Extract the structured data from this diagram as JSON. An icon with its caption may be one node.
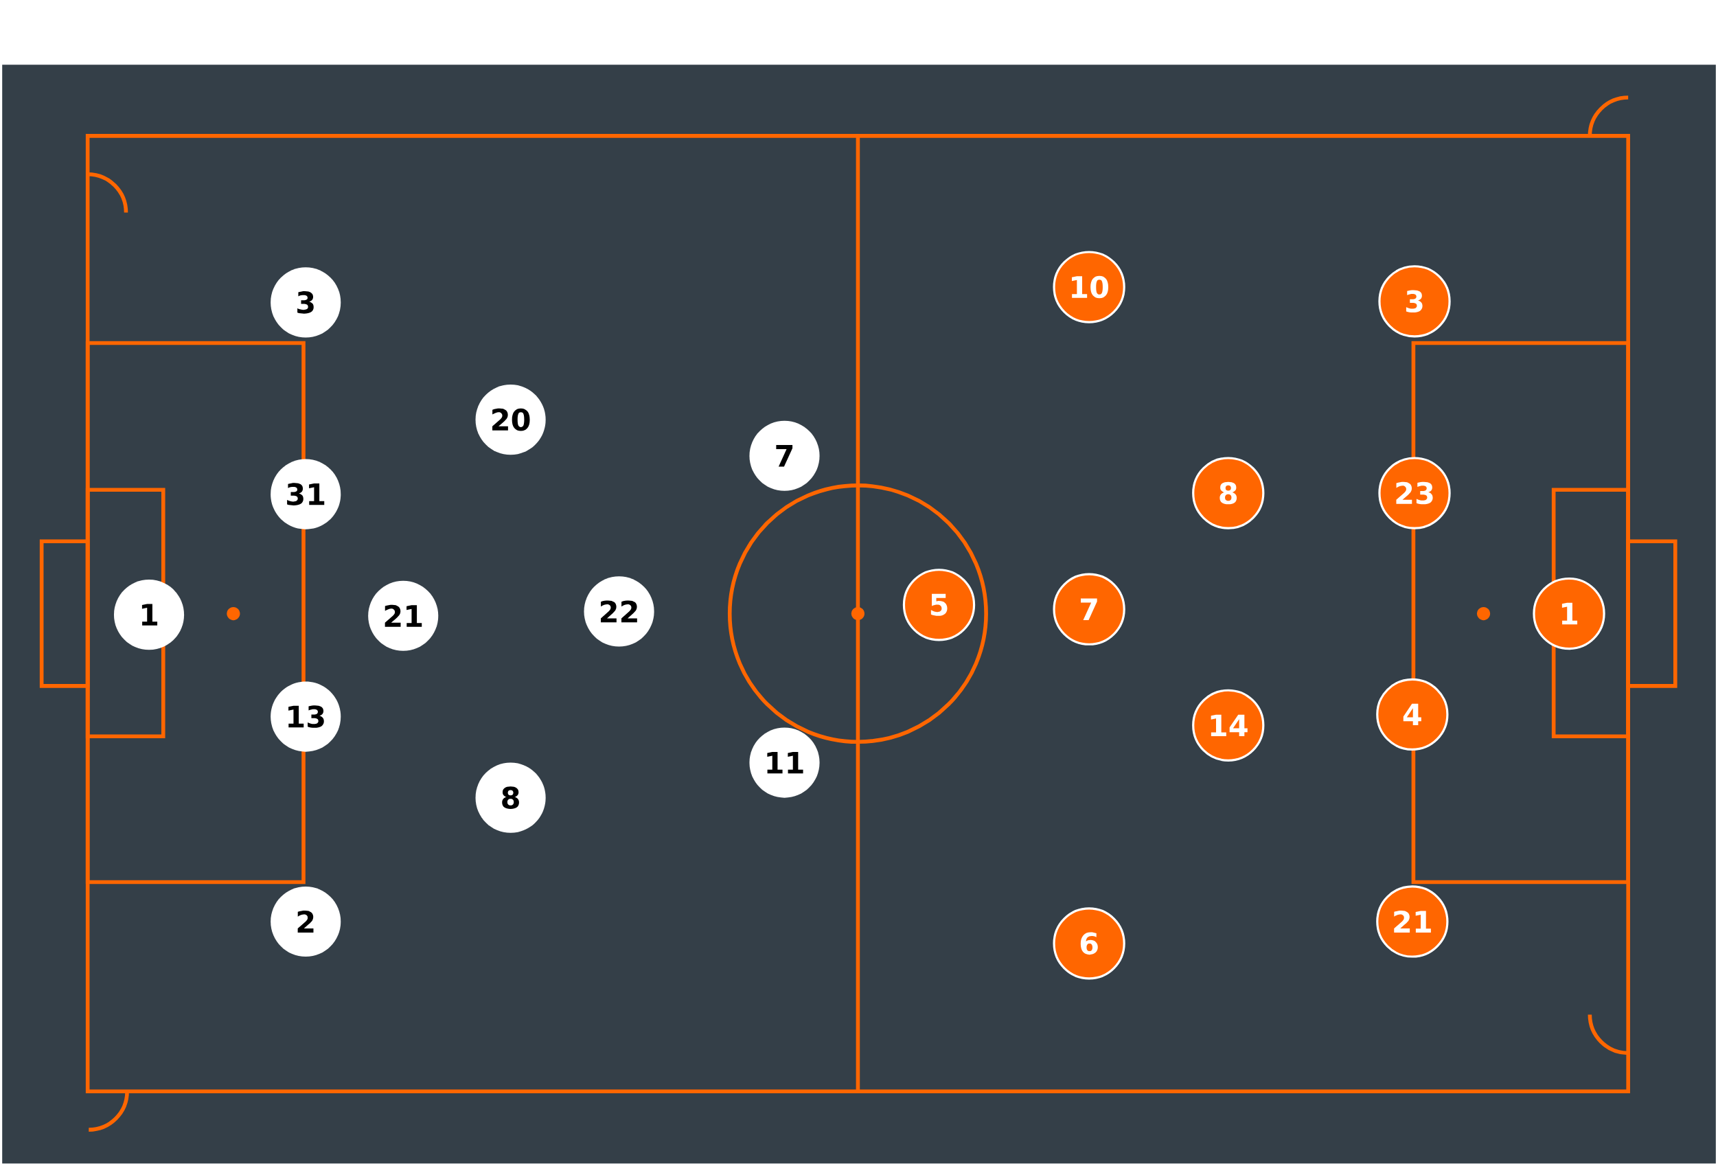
{
  "diagram": {
    "nodes": [
      {
        "text": [
          "3"
        ]
      },
      {
        "text": [
          "20"
        ]
      },
      {
        "text": [
          "31"
        ]
      },
      {
        "text": [
          "1"
        ]
      },
      {
        "text": [
          "21"
        ]
      },
      {
        "text": [
          "22"
        ]
      },
      {
        "text": [
          "7"
        ]
      },
      {
        "text": [
          "13"
        ]
      },
      {
        "text": [
          "8"
        ]
      },
      {
        "text": [
          "11"
        ]
      },
      {
        "text": [
          "2"
        ]
      },
      {
        "text": [
          "10"
        ]
      },
      {
        "text": [
          "3"
        ]
      },
      {
        "text": [
          "8"
        ]
      },
      {
        "text": [
          "23"
        ]
      },
      {
        "text": [
          "5"
        ]
      },
      {
        "text": [
          "7"
        ]
      },
      {
        "text": [
          "1"
        ]
      },
      {
        "text": [
          "14"
        ]
      },
      {
        "text": [
          "4"
        ]
      },
      {
        "text": [
          "21"
        ]
      },
      {
        "text": [
          "6"
        ]
      }
    ]
  }
}
